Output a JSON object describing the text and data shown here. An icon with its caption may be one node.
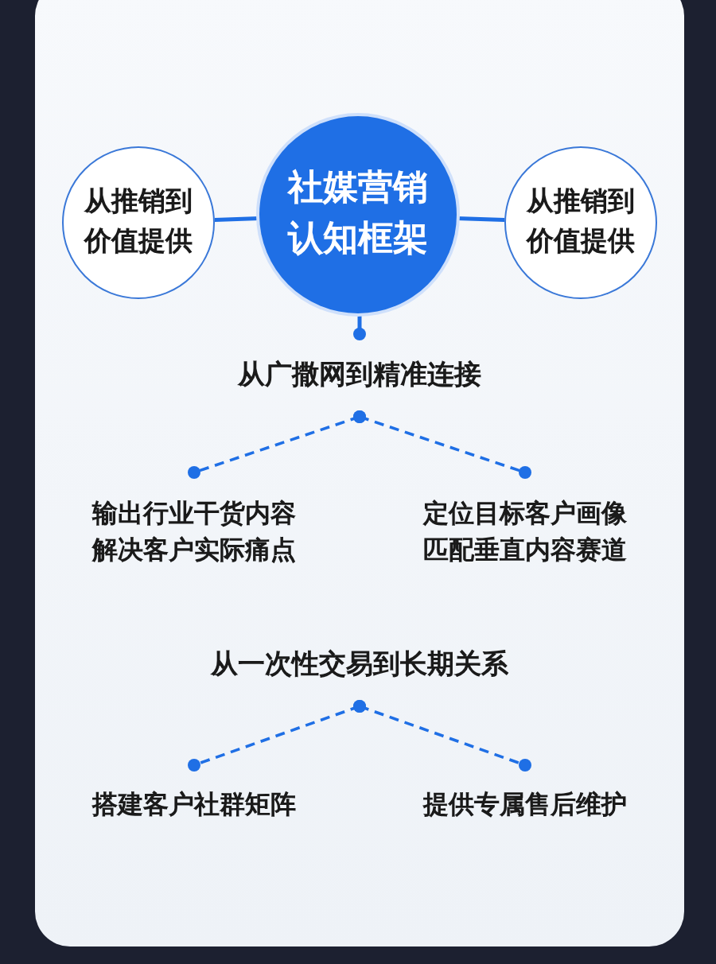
{
  "diagram": {
    "nodes": [
      {
        "text": [
          "社媒营销认知框架"
        ]
      },
      {
        "text": [
          "从推销到价值提供"
        ]
      },
      {
        "text": [
          "从推销到价值提供"
        ]
      },
      {
        "text": [
          "从广撒网到精准连接"
        ]
      },
      {
        "text": [
          "输出行业干货内容解决客户实际痛点"
        ]
      },
      {
        "text": [
          "定位目标客户画像匹配垂直内容赛道"
        ]
      },
      {
        "text": [
          "从一次性交易到长期关系"
        ]
      },
      {
        "text": [
          "搭建客户社群矩阵"
        ]
      },
      {
        "text": [
          "提供专属售后维护"
        ]
      }
    ],
    "edges": [
      {
        "from": 0,
        "to": 1,
        "arrow": "none"
      },
      {
        "from": 0,
        "to": 2,
        "arrow": "none"
      },
      {
        "from": 0,
        "to": 3,
        "arrow": "other"
      },
      {
        "from": 3,
        "to": 4,
        "arrow": "other",
        "style": "dashed"
      },
      {
        "from": 3,
        "to": 5,
        "arrow": "other",
        "style": "dashed"
      },
      {
        "from": 6,
        "to": 7,
        "arrow": "other",
        "style": "dashed"
      },
      {
        "from": 6,
        "to": 8,
        "arrow": "other",
        "style": "dashed"
      }
    ]
  }
}
